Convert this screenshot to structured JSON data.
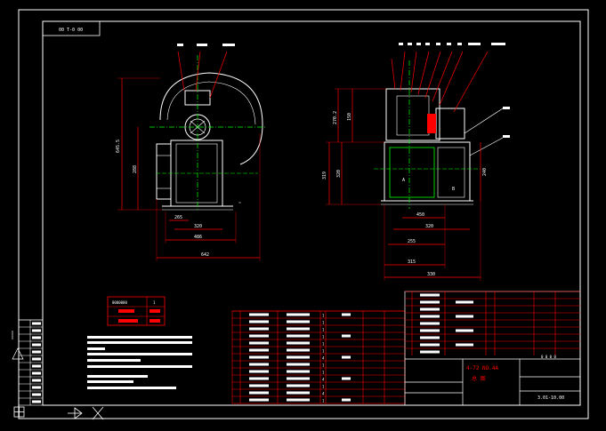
{
  "header_tag": "00 T-0 00",
  "front_view": {
    "dims_horizontal": [
      "265",
      "320",
      "486",
      "642"
    ],
    "dims_vertical": [
      "645.5",
      "288"
    ],
    "note_right": "~"
  },
  "side_view": {
    "dims_vertical": [
      "270.2",
      "150",
      "319",
      "320",
      "240"
    ],
    "dims_horizontal": [
      "450",
      "320",
      "255",
      "315",
      "330"
    ],
    "labels": [
      "A",
      "B"
    ]
  },
  "legend": {
    "col1": "0000000",
    "col2": "1"
  },
  "title_block": {
    "model": "4-72 NO.4A",
    "name": "总  图",
    "drawing_no": "3.01-10.00",
    "mark": "0 0 0 0"
  },
  "parts_list": {
    "quantities": [
      "1",
      "1",
      "1",
      "1",
      "1",
      "1",
      "4",
      "1",
      "1",
      "4",
      "1",
      "4",
      "1"
    ]
  },
  "status_bar": {
    "icons": [
      "crosshair-icon",
      "arrow-icon",
      "snap-icon"
    ]
  },
  "colors": {
    "background": "#000000",
    "line": "#ffffff",
    "dimension": "#ff0000",
    "centerline": "#00ff00",
    "frame": "#ffffff"
  }
}
